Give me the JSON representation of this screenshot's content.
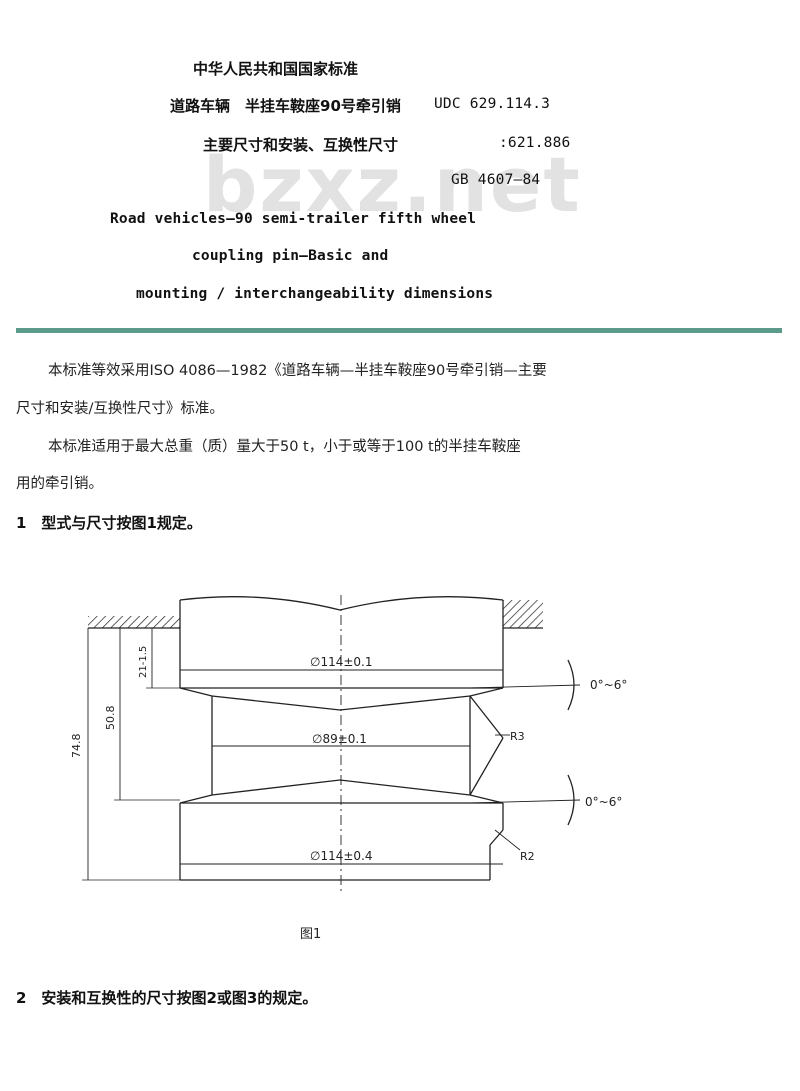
{
  "header": {
    "issuer": "中华人民共和国国家标准",
    "title_line1": "道路车辆　半挂车鞍座90号牵引销",
    "udc_line1": "UDC 629.114.3",
    "title_line2": "主要尺寸和安装、互换性尺寸",
    "udc_line2": ":621.886",
    "standard_code": "GB 4607—84",
    "en_title_line1": "Road vehicles—90 semi-trailer fifth wheel",
    "en_title_line2": "coupling pin—Basic and",
    "en_title_line3": "mounting / interchangeability dimensions"
  },
  "watermark": "bzxz.net",
  "colors": {
    "rule": "#5c9a8c",
    "watermark": "#e2e2e2"
  },
  "intro": {
    "p1_line1": "本标准等效采用ISO 4086—1982《道路车辆—半挂车鞍座90号牵引销—主要",
    "p1_line2": "尺寸和安装/互换性尺寸》标准。",
    "p2_line1": "本标准适用于最大总重（质）量大于50 t，小于或等于100 t的半挂车鞍座",
    "p2_line2": "用的牵引销。"
  },
  "section1": "1　型式与尺寸按图1规定。",
  "figure": {
    "dim_top_diameter": "∅114±0.1",
    "dim_neck_diameter": "∅89±0.1",
    "dim_bottom_diameter": "∅114±0.4",
    "angle_top": "0°~6°",
    "angle_bottom": "0°~6°",
    "radius_large": "R3",
    "radius_small": "R2",
    "dim_height_total": "74.8",
    "dim_height_mid": "50.8",
    "dim_top_height": "21-1.5",
    "caption": "图1"
  },
  "section2": "2　安装和互换性的尺寸按图2或图3的规定。"
}
